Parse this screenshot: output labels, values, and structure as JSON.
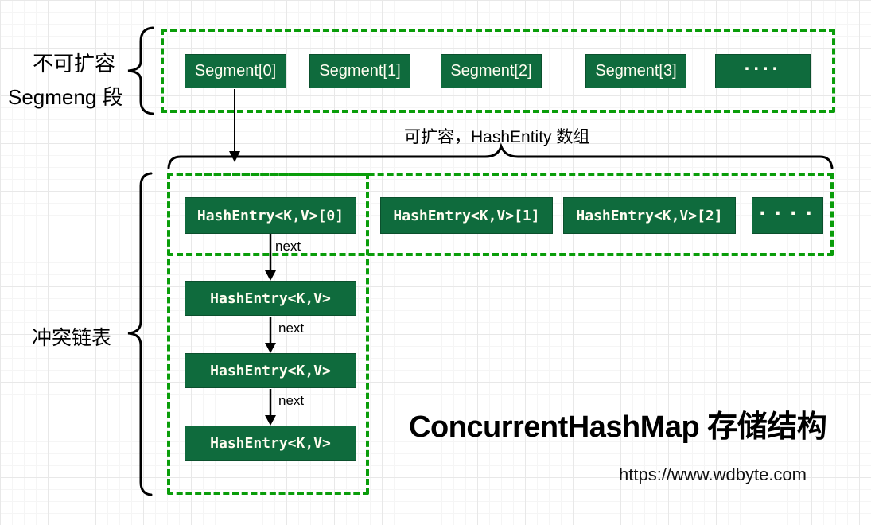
{
  "colors": {
    "box_fill": "#0f6b3d",
    "box_text": "#fffdf0",
    "dashed_border_green": "#0a9d0a",
    "line_black": "#000000"
  },
  "left_top_label": {
    "line1": "不可扩容",
    "line2": "Segmeng 段"
  },
  "segment_row": {
    "items": [
      {
        "label": "Segment[0]"
      },
      {
        "label": "Segment[1]"
      },
      {
        "label": "Segment[2]"
      },
      {
        "label": "Segment[3]"
      },
      {
        "label": "...."
      }
    ]
  },
  "middle_label": "可扩容，HashEntity 数组",
  "hash_entry_row": {
    "items": [
      {
        "label": "HashEntry<K,V>[0]"
      },
      {
        "label": "HashEntry<K,V>[1]"
      },
      {
        "label": "HashEntry<K,V>[2]"
      },
      {
        "label": "...."
      }
    ]
  },
  "chain": {
    "label": "冲突链表",
    "next_label": "next",
    "items": [
      {
        "label": "HashEntry<K,V>"
      },
      {
        "label": "HashEntry<K,V>"
      },
      {
        "label": "HashEntry<K,V>"
      }
    ]
  },
  "footer": {
    "title": "ConcurrentHashMap 存储结构",
    "url": "https://www.wdbyte.com"
  }
}
